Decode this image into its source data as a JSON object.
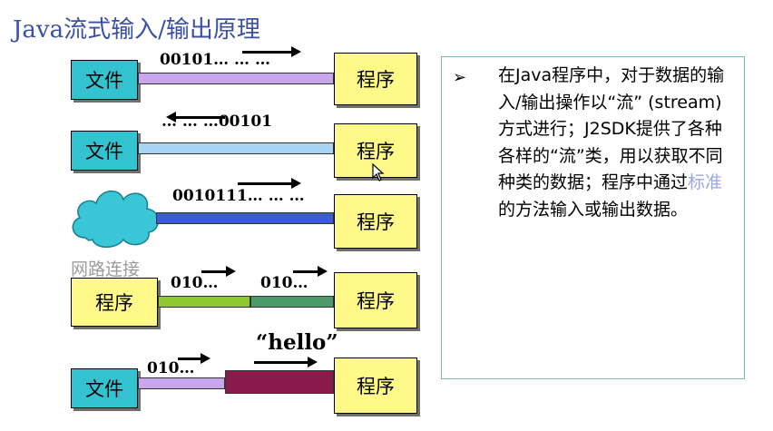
{
  "title": "Java流式输入/输出原理",
  "rows": [
    {
      "left_label": "文件",
      "right_label": "程序",
      "bits": "00101… … …",
      "direction": "right",
      "bar_colors": [
        "#c9a6ec"
      ]
    },
    {
      "left_label": "文件",
      "right_label": "程序",
      "bits": "… … …00101",
      "direction": "left",
      "bar_colors": [
        "#a8d4f2"
      ]
    },
    {
      "left_label": "",
      "right_label": "程序",
      "bits": "0010111… … …",
      "direction": "right",
      "bar_colors": [
        "#3b5bd9"
      ]
    },
    {
      "left_label": "程序",
      "right_label": "程序",
      "bits": [
        "010…",
        "010…"
      ],
      "direction": "right",
      "bar_colors": [
        "#8fc92f",
        "#4c9a6a"
      ]
    },
    {
      "left_label": "文件",
      "right_label": "程序",
      "bits": [
        "010…",
        "“hello”"
      ],
      "direction": "right",
      "bar_colors": [
        "#c9a6ec",
        "#8a1a4c"
      ]
    }
  ],
  "network_label": "网路连接",
  "colors": {
    "file_box": "#33c2cf",
    "program_box": "#fff98a",
    "title": "#3a4fa5",
    "panel_border": "#7fb8a3",
    "cloud": "#39c6d6"
  },
  "panel": {
    "bullet_icon": "arrow-bullet-icon",
    "text_before": "在Java程序中，对于数据的输入/输出操作以“流” (stream) 方式进行；J2SDK提供了各种各样的“流”类，用以获取不同种类的数据；程序中通过",
    "highlight": "标准",
    "text_after": "的方法输入或输出数据。"
  }
}
